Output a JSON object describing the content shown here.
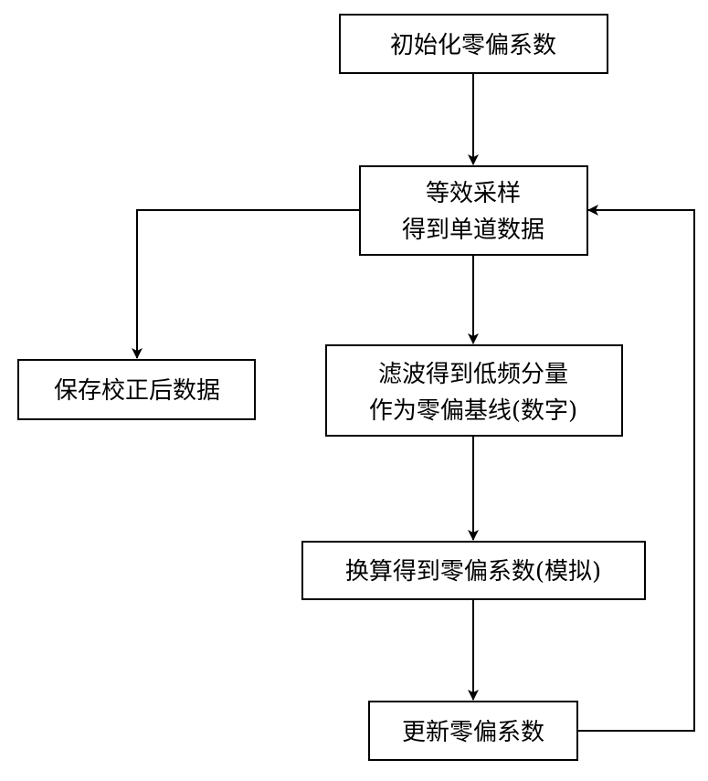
{
  "nodes": {
    "init": {
      "lines": [
        "初始化零偏系数"
      ]
    },
    "sample": {
      "lines": [
        "等效采样",
        "得到单道数据"
      ]
    },
    "save": {
      "lines": [
        "保存校正后数据"
      ]
    },
    "filter": {
      "lines": [
        "滤波得到低频分量",
        "作为零偏基线(数字)"
      ]
    },
    "convert": {
      "lines": [
        "换算得到零偏系数(模拟)"
      ]
    },
    "update": {
      "lines": [
        "更新零偏系数"
      ]
    }
  },
  "edges": [
    {
      "from": "init",
      "to": "sample"
    },
    {
      "from": "sample",
      "to": "save"
    },
    {
      "from": "sample",
      "to": "filter"
    },
    {
      "from": "filter",
      "to": "convert"
    },
    {
      "from": "convert",
      "to": "update"
    },
    {
      "from": "update",
      "to": "sample"
    }
  ]
}
